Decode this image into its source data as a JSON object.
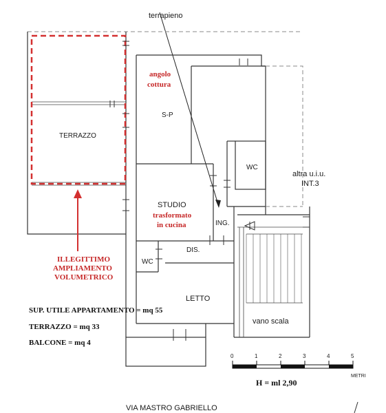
{
  "labels": {
    "terrapieno": "terrapieno",
    "terrazzo": "TERRAZZO",
    "angolo_cottura_1": "angolo",
    "angolo_cottura_2": "cottura",
    "sp": "S-P",
    "wc_right": "WC",
    "altra_uiu_1": "altra u.i.u.",
    "altra_uiu_2": "INT.3",
    "studio": "STUDIO",
    "trasformato_1": "trasformato",
    "trasformato_2": "in cucina",
    "ing": "ING.",
    "dis": "DIS.",
    "wc_left": "WC",
    "letto": "LETTO",
    "vano_scala": "vano scala",
    "illegittimo_1": "ILLEGITTIMO",
    "illegittimo_2": "AMPLIAMENTO",
    "illegittimo_3": "VOLUMETRICO",
    "street": "VIA MASTRO GABRIELLO"
  },
  "areas": {
    "sup_utile": "SUP. UTILE APPARTAMENTO = mq 55",
    "terrazzo": "TERRAZZO = mq 33",
    "balcone": "BALCONE = mq 4"
  },
  "scale": {
    "ticks": [
      "0",
      "1",
      "2",
      "3",
      "4",
      "5"
    ],
    "unit": "METRI",
    "height": "H = ml 2,90"
  },
  "colors": {
    "highlight": "#d32f2f",
    "walls": "#333333"
  }
}
